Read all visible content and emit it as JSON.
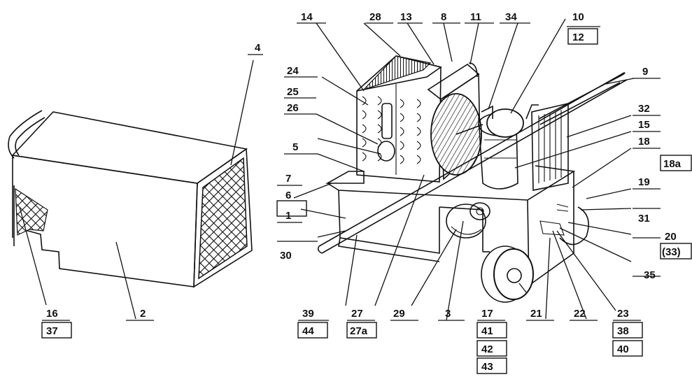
{
  "labels": {
    "l1": "1",
    "l2": "2",
    "l3": "3",
    "l4": "4",
    "l5": "5",
    "l6": "6",
    "l7": "7",
    "l8": "8",
    "l9": "9",
    "l10": "10",
    "l11": "11",
    "l12": "12",
    "l13": "13",
    "l14": "14",
    "l15": "15",
    "l16": "16",
    "l17": "17",
    "l18": "18",
    "l18a": "18a",
    "l19": "19",
    "l20": "20",
    "l21": "21",
    "l22": "22",
    "l23": "23",
    "l24": "24",
    "l25": "25",
    "l26": "26",
    "l27": "27",
    "l27a": "27a",
    "l28": "28",
    "l29": "29",
    "l30": "30",
    "l31": "31",
    "l32": "32",
    "l33": "(33)",
    "l34": "34",
    "l35": "35",
    "l37": "37",
    "l38": "38",
    "l39": "39",
    "l40": "40",
    "l41": "41",
    "l42": "42",
    "l43": "43",
    "l44": "44"
  }
}
